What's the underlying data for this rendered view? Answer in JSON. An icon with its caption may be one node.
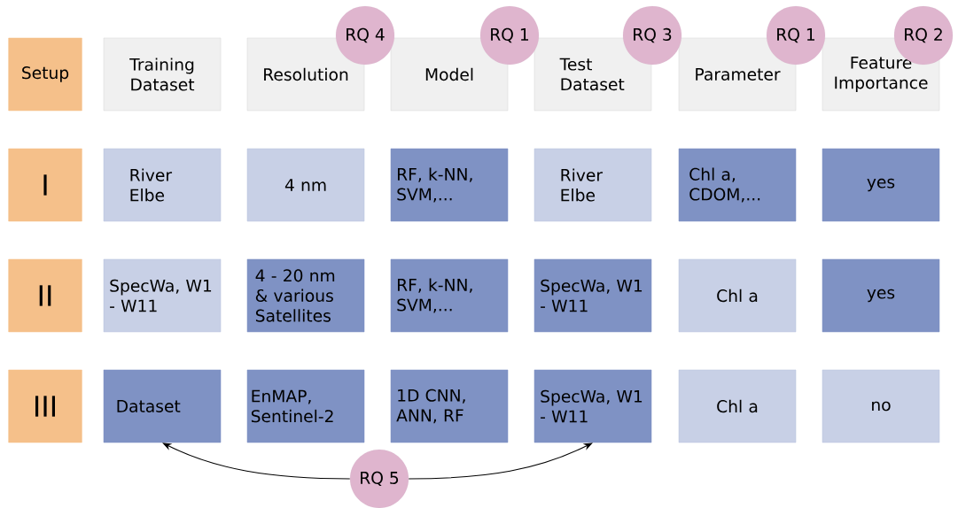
{
  "diagram": {
    "nodes": [
      {
        "text": [
          "Setup"
        ]
      },
      {
        "text": [
          "Training Dataset"
        ]
      },
      {
        "text": [
          "Resolution"
        ]
      },
      {
        "text": [
          "Model"
        ]
      },
      {
        "text": [
          "Test Dataset"
        ]
      },
      {
        "text": [
          "Parameter"
        ]
      },
      {
        "text": [
          "Feature Importance"
        ]
      },
      {
        "text": [
          "RQ 4"
        ]
      },
      {
        "text": [
          "RQ 1"
        ]
      },
      {
        "text": [
          "RQ 3"
        ]
      },
      {
        "text": [
          "RQ 1"
        ]
      },
      {
        "text": [
          "RQ 2"
        ]
      },
      {
        "text": [
          "I"
        ]
      },
      {
        "text": [
          "River Elbe"
        ]
      },
      {
        "text": [
          "4 nm"
        ]
      },
      {
        "text": [
          "RF, k-NN, SVM,..."
        ]
      },
      {
        "text": [
          "River Elbe"
        ]
      },
      {
        "text": [
          "Chl a, CDOM,..."
        ]
      },
      {
        "text": [
          "yes"
        ]
      },
      {
        "text": [
          "II"
        ]
      },
      {
        "text": [
          "SpecWa, W1 - W11"
        ]
      },
      {
        "text": [
          "4 - 20 nm & various Satellites"
        ]
      },
      {
        "text": [
          "RF, k-NN, SVM,..."
        ]
      },
      {
        "text": [
          "SpecWa, W1 - W11"
        ]
      },
      {
        "text": [
          "Chl a"
        ]
      },
      {
        "text": [
          "yes"
        ]
      },
      {
        "text": [
          "III"
        ]
      },
      {
        "text": [
          "Dataset"
        ]
      },
      {
        "text": [
          "EnMAP, Sentinel-2"
        ]
      },
      {
        "text": [
          "1D CNN, ANN, RF"
        ]
      },
      {
        "text": [
          "SpecWa, W1 - W11"
        ]
      },
      {
        "text": [
          "Chl a"
        ]
      },
      {
        "text": [
          "no"
        ]
      },
      {
        "text": [
          "RQ 5"
        ]
      }
    ],
    "edges": [
      {
        "from": 33,
        "to": 27,
        "arrow": "to"
      },
      {
        "from": 33,
        "to": 30,
        "arrow": "to"
      }
    ]
  }
}
